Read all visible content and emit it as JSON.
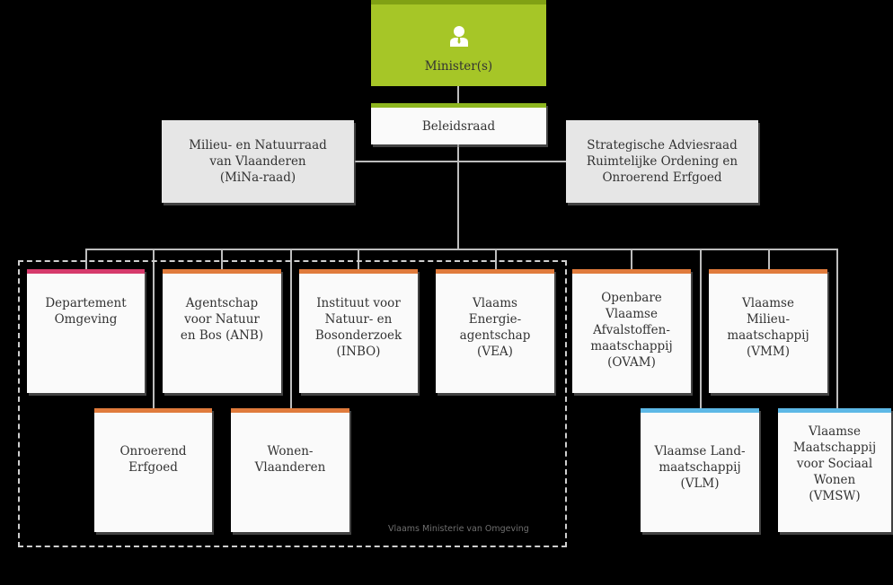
{
  "minister": {
    "label": "Minister(s)",
    "icon": "person-icon"
  },
  "beleidsraad": "Beleidsraad",
  "advisory": {
    "mina": "Milieu- en Natuurraad\nvan Vlaanderen\n(MiNa-raad)",
    "sarO": "Strategische Adviesraad\nRuimtelijke Ordening en\nOnroerend Erfgoed"
  },
  "entities": {
    "departement": "Departement\nOmgeving",
    "anb": "Agentschap\nvoor Natuur\nen Bos (ANB)",
    "inbo": "Instituut voor\nNatuur- en\nBosonderzoek\n(INBO)",
    "vea": "Vlaams\nEnergie-\nagentschap\n(VEA)",
    "ovam": "Openbare\nVlaamse\nAfvalstoffen-\nmaatschappij\n(OVAM)",
    "vmm": "Vlaamse\nMilieu-\nmaatschappij\n(VMM)",
    "onroerend": "Onroerend\nErfgoed",
    "wonen": "Wonen-\nVlaanderen",
    "vlm": "Vlaamse Land-\nmaatschappij\n(VLM)",
    "vmsw": "Vlaamse\nMaatschappij\nvoor Sociaal\nWonen\n(VMSW)"
  },
  "group_label": "Vlaams Ministerie van Omgeving",
  "colors": {
    "background": "#000000",
    "minister_green": "#a6c627",
    "accent_orange": "#e07b3c",
    "accent_pink": "#d63a6b",
    "accent_blue": "#5db8e6"
  }
}
